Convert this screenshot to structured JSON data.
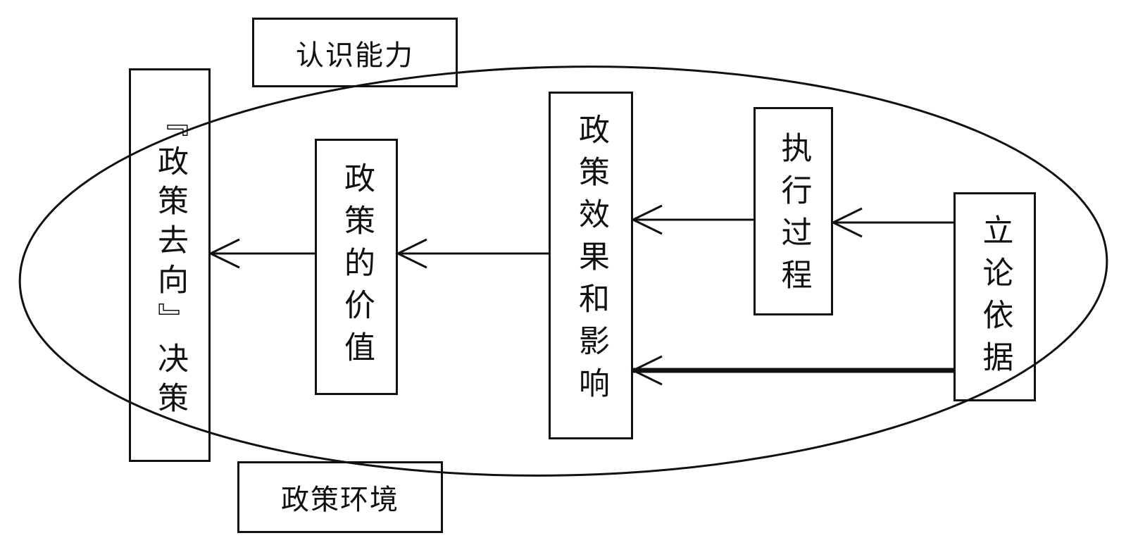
{
  "nodes": {
    "cognition": "认识能力",
    "environment": "政策环境",
    "decision": "『政策去向』决策",
    "value": "政策的价值",
    "effect": "政策效果和影响",
    "execution": "执行过程",
    "basis": "立论依据"
  }
}
